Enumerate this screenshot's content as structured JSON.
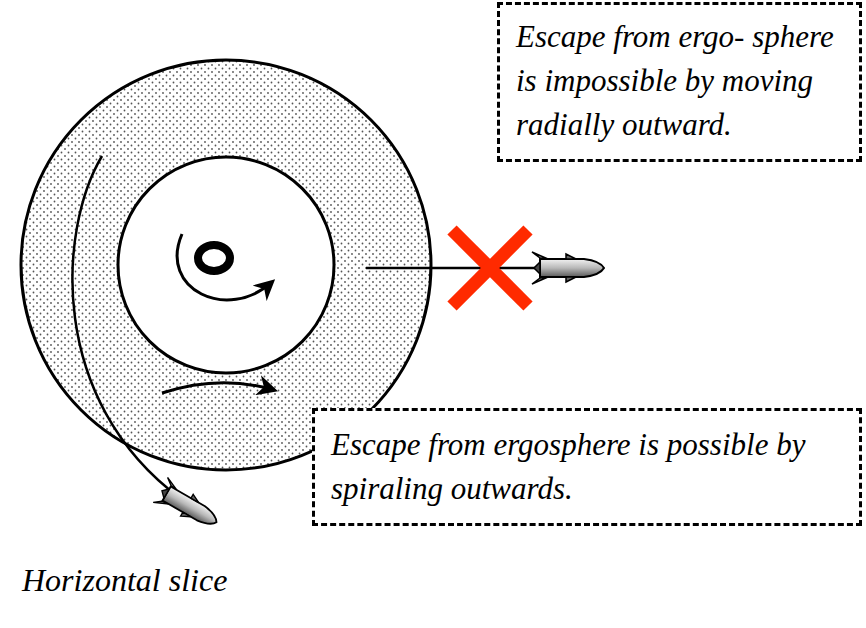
{
  "diagram": {
    "nodes": [
      {
        "text": [
          "Escape from ergo- sphere is impossible by moving radially outward."
        ]
      },
      {
        "text": [
          "Escape from ergosphere is possible by spiraling outwards."
        ]
      }
    ],
    "labels": [
      "Horizontal slice"
    ]
  }
}
